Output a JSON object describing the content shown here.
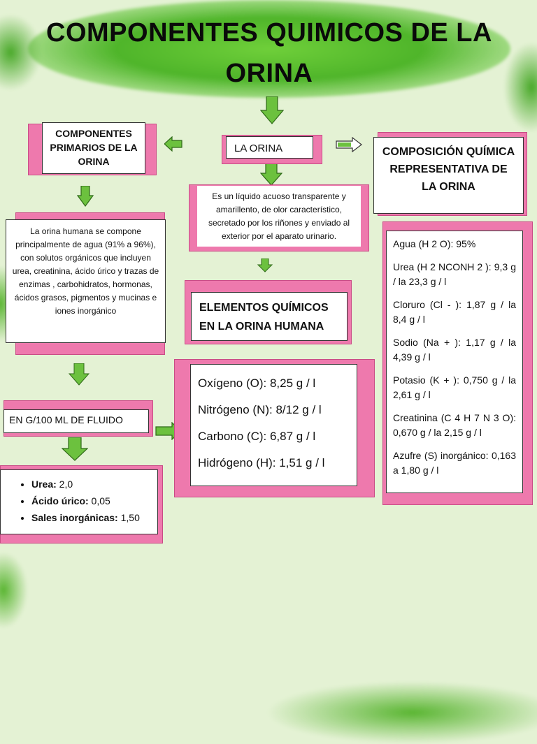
{
  "title": "COMPONENTES QUIMICOS DE LA ORINA",
  "colors": {
    "pink": "#ee79ad",
    "green": "#6cc13e",
    "background": "#e4f2d4"
  },
  "nodes": {
    "primarios": {
      "label": "COMPONENTES PRIMARIOS DE LA ORINA"
    },
    "orina": {
      "label": "LA ORINA"
    },
    "composicion": {
      "label": "COMPOSICIÓN QUÍMICA REPRESENTATIVA DE LA ORINA"
    },
    "descripcion": {
      "text": "Es un líquido acuoso transparente y amarillento, de olor característico, secretado por los riñones y enviado al exterior por el aparato urinario."
    },
    "primarios_texto": {
      "text": "La orina humana se compone principalmente de agua (91% a 96%), con solutos orgánicos que incluyen urea, creatinina, ácido úrico y trazas de enzimas , carbohidratos, hormonas, ácidos grasos, pigmentos y mucinas e iones inorgánico"
    },
    "elementos": {
      "label": "ELEMENTOS QUÍMICOS EN LA ORINA HUMANA"
    },
    "elementos_lista": [
      "Oxígeno (O): 8,25 g / l",
      "Nitrógeno (N): 8/12 g / l",
      "Carbono (C): 6,87 g / l",
      "Hidrógeno (H): 1,51 g / l"
    ],
    "fluido": {
      "label": "EN G/100 ML DE FLUIDO"
    },
    "fluido_lista": [
      {
        "name": "Urea:",
        "value": " 2,0"
      },
      {
        "name": "Ácido úrico:",
        "value": " 0,05"
      },
      {
        "name": "Sales inorgánicas:",
        "value": " 1,50"
      }
    ],
    "composicion_lista": [
      "Agua (H 2 O): 95%",
      "Urea (H 2 NCONH 2 ): 9,3 g / la 23,3 g / l",
      "Cloruro (Cl - ): 1,87 g / la 8,4 g / l",
      "Sodio (Na + ): 1,17 g / la 4,39 g / l",
      "Potasio (K + ): 0,750 g / la 2,61 g / l",
      "Creatinina (C 4 H 7 N 3 O): 0,670 g / la 2,15 g / l",
      "Azufre (S) inorgánico: 0,163 a 1,80 g / l"
    ]
  }
}
